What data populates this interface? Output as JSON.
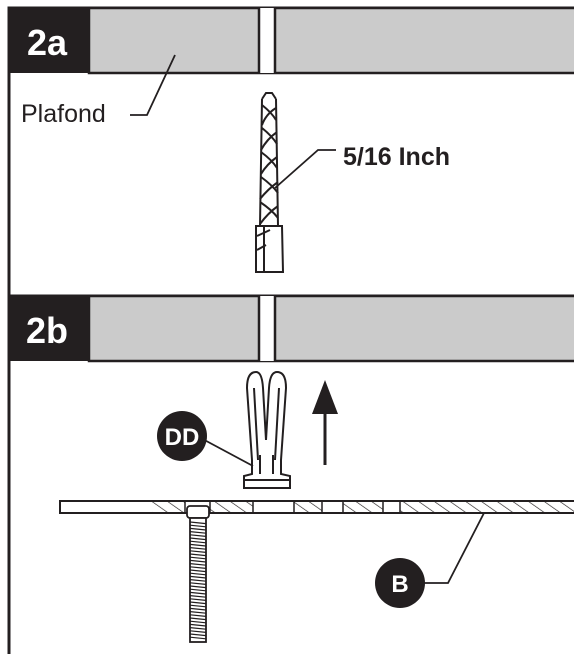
{
  "panel_a": {
    "step_label": "2a",
    "ceiling_label": "Plafond",
    "drill_size_label": "5/16 Inch"
  },
  "panel_b": {
    "step_label": "2b",
    "anchor_part_label": "DD",
    "board_part_label": "B"
  },
  "colors": {
    "ink": "#231f20",
    "ceiling_gray": "#cbcbcb",
    "background": "#ffffff"
  },
  "icons": [
    "drill-bit-icon",
    "wall-anchor-icon",
    "up-arrow-icon",
    "screw-icon"
  ]
}
